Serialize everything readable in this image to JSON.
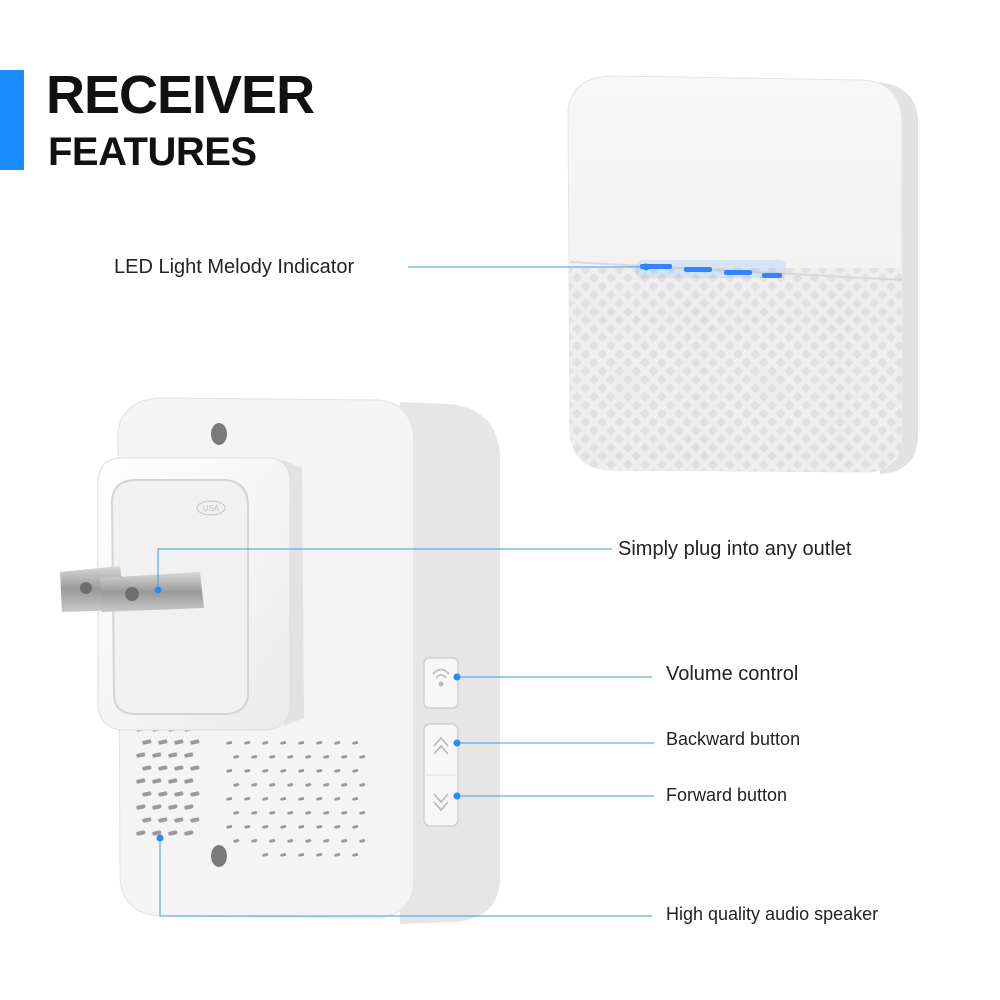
{
  "heading": {
    "line1": "RECEIVER",
    "line2": "FEATURES"
  },
  "plug_stamp": "USA",
  "callouts": {
    "led": "LED Light Melody Indicator",
    "plug": "Simply plug into any outlet",
    "volume": "Volume control",
    "backward": "Backward button",
    "forward": "Forward button",
    "speaker": "High quality audio speaker"
  },
  "colors": {
    "accent": "#1a8cff",
    "leader_line": "#3a9be8",
    "led_blue": "#2b7bff",
    "device_body": "#f4f4f4",
    "device_shade": "#dcdcdc"
  },
  "icons": {
    "volume": "speaker-wave-icon",
    "backward": "double-chevron-up-icon",
    "forward": "double-chevron-down-icon"
  }
}
